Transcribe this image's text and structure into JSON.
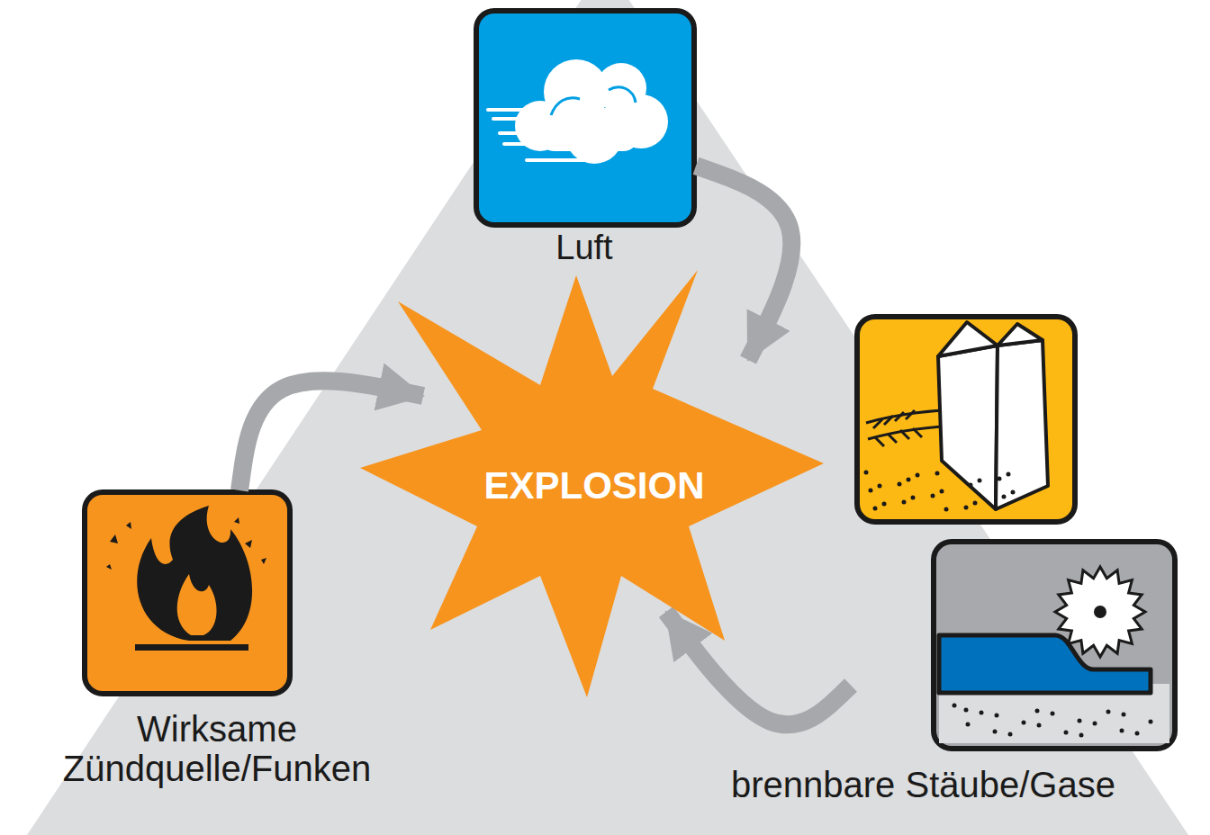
{
  "diagram": {
    "nodes": [
      {
        "text": [
          "Luft"
        ]
      },
      {
        "text": [
          "EXPLOSION"
        ]
      },
      {
        "text": [
          "brennbare Stäube/Gase"
        ]
      },
      {
        "text": [
          "Wirksame Zündquelle/Funken"
        ]
      }
    ],
    "edges": [
      {
        "from": 0,
        "to": 1,
        "arrow": "to"
      },
      {
        "from": 2,
        "to": 1,
        "arrow": "to"
      },
      {
        "from": 3,
        "to": 1,
        "arrow": "to"
      }
    ]
  }
}
